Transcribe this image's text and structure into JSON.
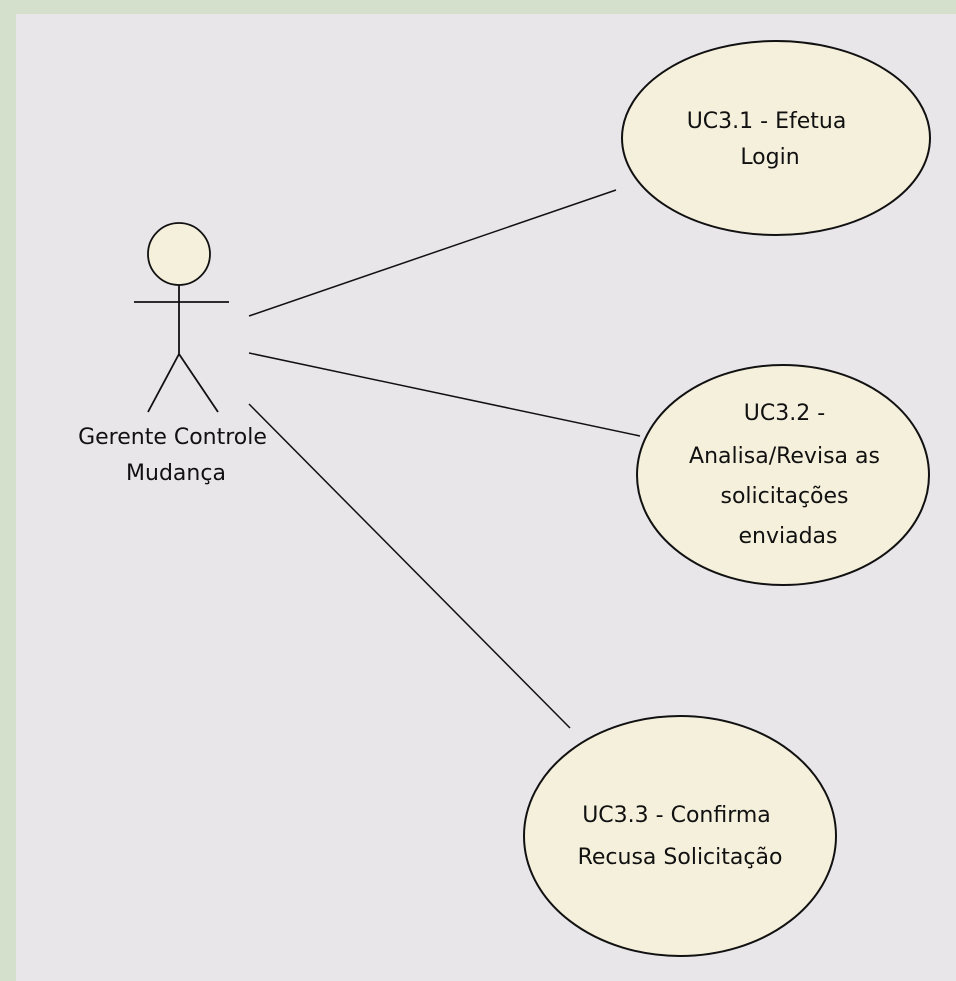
{
  "diagram": {
    "type": "use-case",
    "actor": {
      "name_lines": [
        "Gerente Controle",
        "Mudança"
      ]
    },
    "use_cases": [
      {
        "id": "uc1",
        "lines": [
          "UC3.1 - Efetua",
          "Login"
        ]
      },
      {
        "id": "uc2",
        "lines": [
          "UC3.2 -",
          "Analisa/Revisa as",
          "solicitações",
          "enviadas"
        ]
      },
      {
        "id": "uc3",
        "lines": [
          "UC3.3 - Confirma",
          "Recusa Solicitação"
        ]
      }
    ],
    "associations": [
      {
        "from": "actor",
        "to": "uc1"
      },
      {
        "from": "actor",
        "to": "uc2"
      },
      {
        "from": "actor",
        "to": "uc3"
      }
    ],
    "colors": {
      "background_outer": "#d4e0cc",
      "canvas": "#e9e6ea",
      "ellipse_fill": "#f5f0dc",
      "stroke": "#111111"
    }
  }
}
